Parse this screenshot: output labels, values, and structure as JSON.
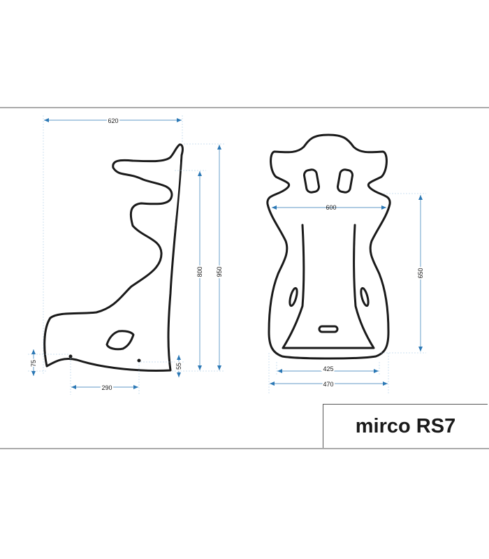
{
  "title": "mirco RS7",
  "colors": {
    "dimension_line": "#2b78b5",
    "seat_outline": "#1a1a1a",
    "frame": "#555555"
  },
  "side_view": {
    "dimensions": {
      "overall_width": "620",
      "back_height": "800",
      "overall_height": "950",
      "front_offset": "75",
      "mount_spacing": "290",
      "mount_height": "55"
    }
  },
  "front_view": {
    "dimensions": {
      "shoulder_width": "600",
      "side_height": "650",
      "inner_base_width": "425",
      "outer_base_width": "470"
    }
  }
}
